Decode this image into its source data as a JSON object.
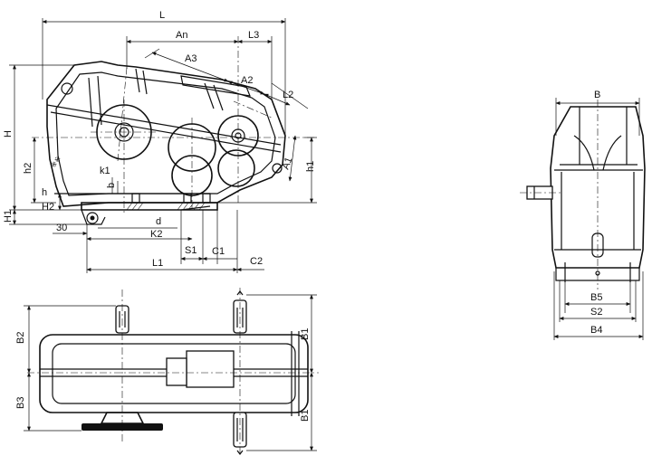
{
  "labels": {
    "L": "L",
    "An": "An",
    "L3": "L3",
    "A3": "A3",
    "A2": "A2",
    "L2": "L2",
    "H": "H",
    "h2": "h2",
    "h1": "h1",
    "A1": "A1",
    "k1": "k1",
    "b": "b",
    "h": "h",
    "H2": "H2",
    "H1": "H1",
    "n30": "30",
    "d": "d",
    "K2": "K2",
    "S1": "S1",
    "C1": "C1",
    "L1": "L1",
    "C2": "C2",
    "B": "B",
    "B5": "B5",
    "S2": "S2",
    "B4": "B4",
    "B2": "B2",
    "B3": "B3",
    "B1_top": "B1",
    "B1_bottom": "B1"
  }
}
